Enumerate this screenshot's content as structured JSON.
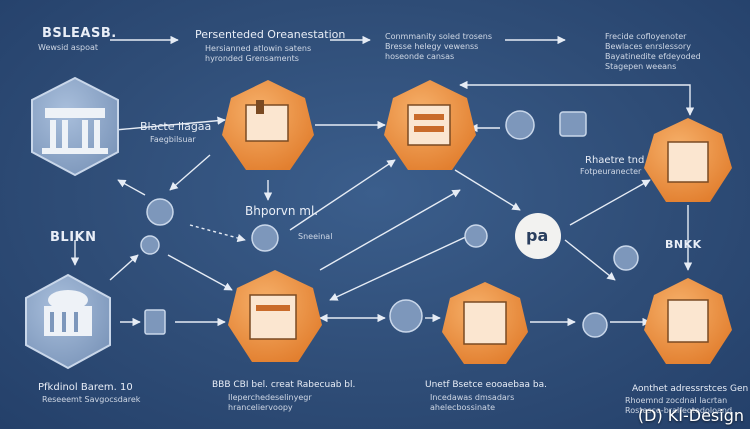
{
  "labels": {
    "top_left_title": "BSLEASB.",
    "top_left_sub": "Wewsid aspoat",
    "top_center_title": "Persenteded Oreanestation",
    "top_center_sub": "Hersianned atlowin satens  hyronded Grensaments",
    "top_right_center_sub": "Conmmanity soled trosens  Bresse helegy vewenss  hoseonde cansas",
    "top_right_sub": "Frecide cofloyenoter  Bewlaces enrslessory  Bayatinedite efdeyoded  Stagepen weeans",
    "bank_left_title": "Blacte llagaa",
    "bank_left_sub": "Faegbilsuar",
    "bank_label": "BLIKN",
    "mid_label": "Bhporvn ml.",
    "mid_sub": "Sneeinal",
    "pa_label": "pa",
    "right_label": "Rhaetre tnd",
    "right_sub": "Fotpeuranecter",
    "bank_right": "BNKK",
    "bottom_left_title": "Pfkdinol Barem. 10",
    "bottom_left_sub": "Reseeemt Savgocsdarek",
    "bottom_cl_title": "BBB CBI bel. creat Rabecuab bl.",
    "bottom_cl_sub": "Ileperchedeselinyegr hranceliervoopy",
    "bottom_cr_title": "Unetf Bsetce eooaebaa ba.",
    "bottom_cr_sub": "Incedawas dmsadars  ahelecbossinate",
    "bottom_right_title": "Aonthet adressrstces Gen",
    "bottom_right_sub": "Rhoemnd zocdnal lacrtan  Rostesce-bralfeotedoloand",
    "credit": "(D) KI-Design"
  },
  "colors": {
    "background": "#2f4d77",
    "node_orange": "#e8893a",
    "node_orange_light": "#f4a65a",
    "node_blue": "#8ea7c8",
    "arrow": "#e6ecf5",
    "text": "#e9eef7"
  }
}
